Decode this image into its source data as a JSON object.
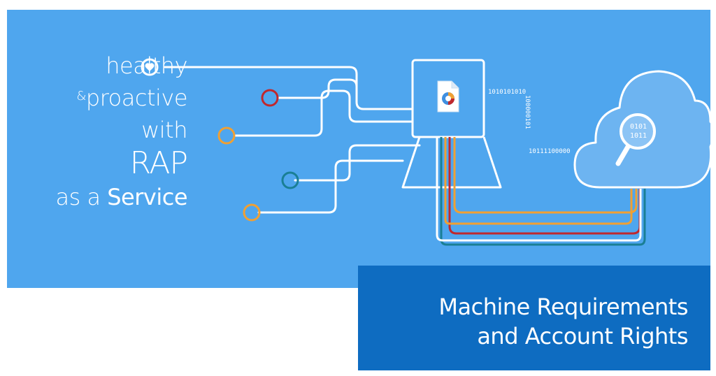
{
  "tagline": {
    "line1": "healthy",
    "line2_amp": "&",
    "line2": "proactive",
    "line3": "with",
    "line4": "RAP",
    "line5_prefix": "as a ",
    "line5_emphasis": "Service"
  },
  "binary_stream": {
    "top": "1010101010",
    "diagonal": "100000101",
    "bottom": "10111100000"
  },
  "magnifier_text": {
    "row1": "0101",
    "row2": "1011"
  },
  "title": {
    "line1": "Machine Requirements",
    "line2": "and Account Rights"
  },
  "colors": {
    "banner_bg": "#4fa6ee",
    "title_bg": "#0e6cc1",
    "red": "#c0282d",
    "orange": "#f0a033",
    "teal": "#1a7f95",
    "white": "#ffffff"
  },
  "icons": [
    "heart-icon",
    "computer-icon",
    "document-icon",
    "cloud-icon",
    "magnifier-icon"
  ]
}
